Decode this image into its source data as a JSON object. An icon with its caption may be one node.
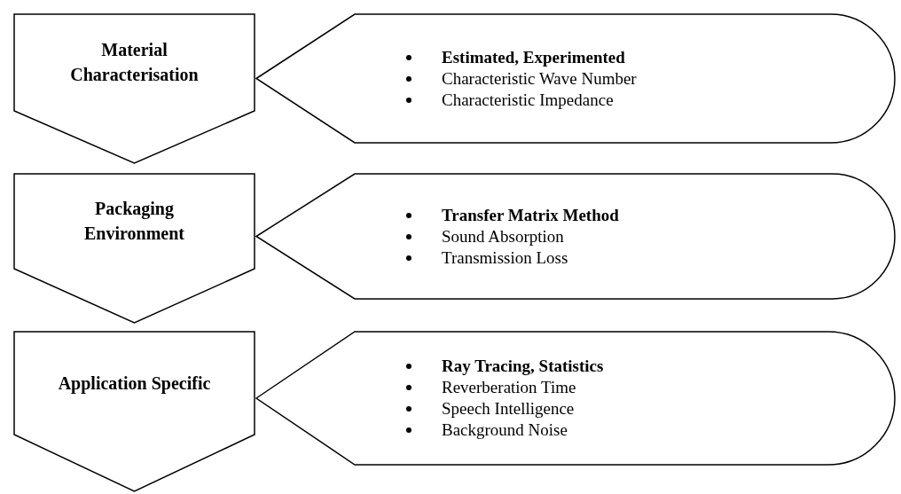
{
  "diagram": {
    "nodes": [
      {
        "text": [
          "Material Characterisation"
        ]
      },
      {
        "text": [
          "Estimated, Experimented",
          "Characteristic Wave Number",
          "Characteristic Impedance"
        ]
      },
      {
        "text": [
          "Packaging Environment"
        ]
      },
      {
        "text": [
          "Transfer Matrix Method",
          "Sound Absorption",
          "Transmission Loss"
        ]
      },
      {
        "text": [
          "Application Specific"
        ]
      },
      {
        "text": [
          "Ray Tracing, Statistics",
          "Reverberation Time",
          "Speech Intelligence",
          "Background Noise"
        ]
      }
    ]
  }
}
